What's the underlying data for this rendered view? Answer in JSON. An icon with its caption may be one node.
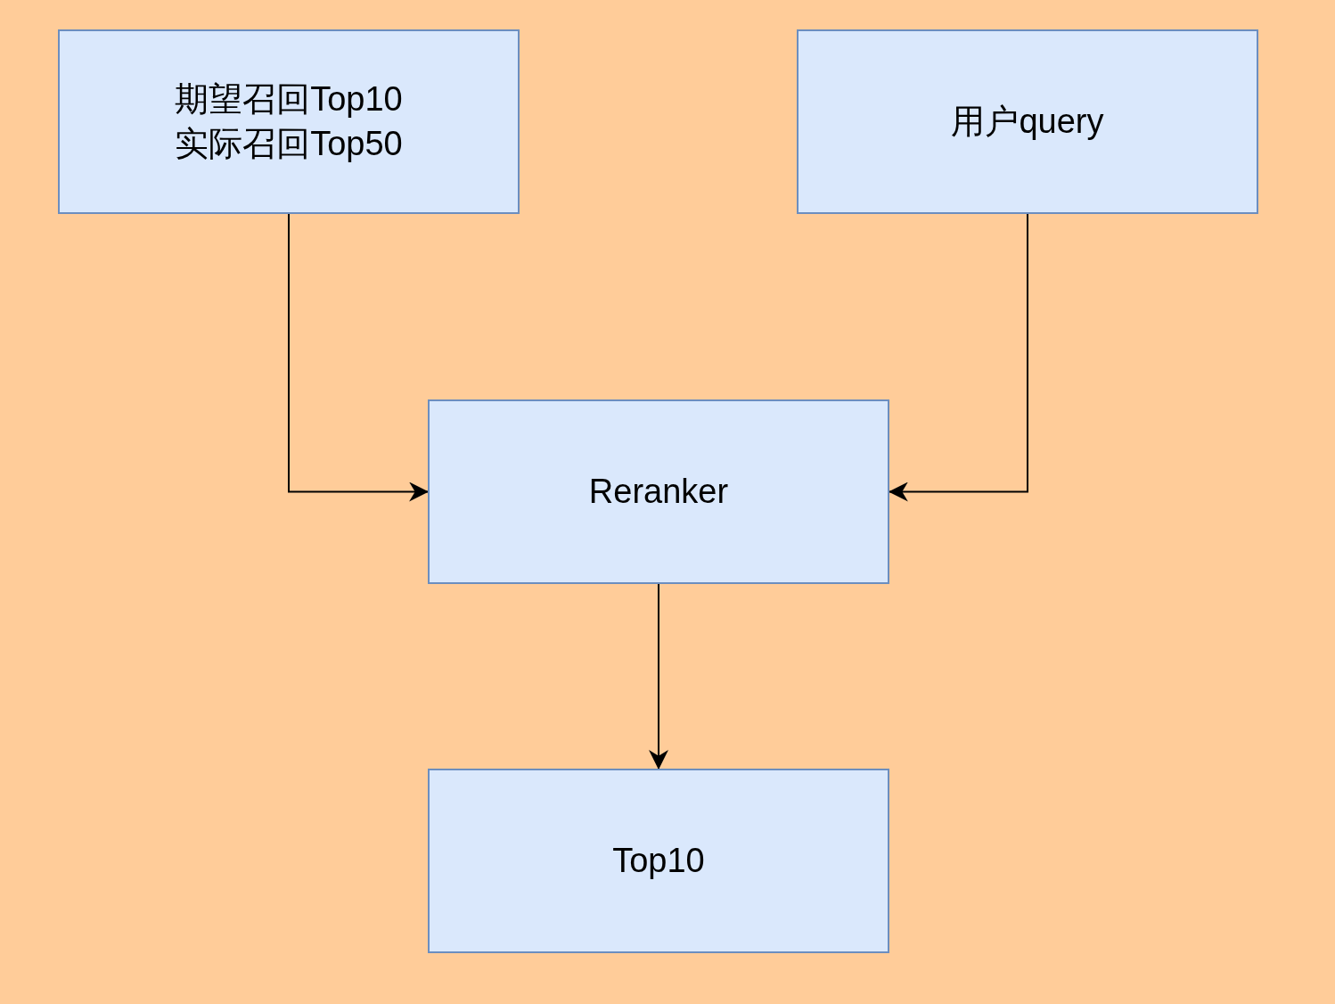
{
  "diagram": {
    "nodes": [
      {
        "text": [
          "期望召回Top10 实际召回Top50"
        ]
      },
      {
        "text": [
          "用户query"
        ]
      },
      {
        "text": [
          "Reranker"
        ]
      },
      {
        "text": [
          "Top10"
        ]
      }
    ],
    "edges": [
      {
        "from": 0,
        "to": 2,
        "arrow": "to"
      },
      {
        "from": 1,
        "to": 2,
        "arrow": "to"
      },
      {
        "from": 2,
        "to": 3,
        "arrow": "to"
      }
    ]
  }
}
